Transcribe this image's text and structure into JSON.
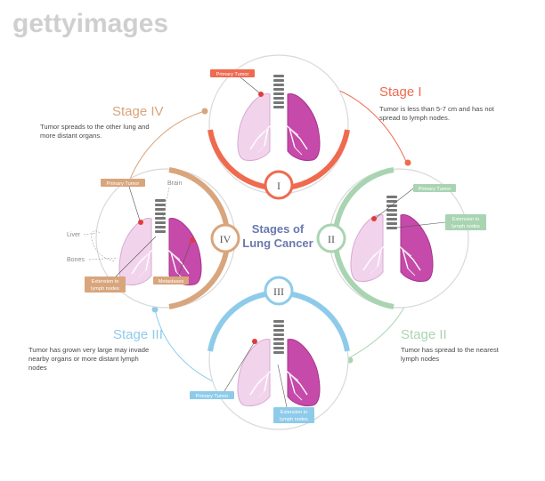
{
  "watermark": "gettyimages",
  "center": {
    "line1": "Stages of",
    "line2": "Lung Cancer"
  },
  "stages": {
    "stage1": {
      "title": "Stage I",
      "roman": "I",
      "desc": [
        "Tumor is less than 5-7 cm and has not",
        "spread to lymph nodes."
      ],
      "color": "#ef6a4f",
      "labels": {
        "primary": "Primary Tumor"
      }
    },
    "stage2": {
      "title": "Stage II",
      "roman": "II",
      "desc": [
        "Tumor has spread to the nearest",
        "lymph nodes"
      ],
      "color": "#a9d4b2",
      "labels": {
        "primary": "Primary Tumor",
        "extension": [
          "Extension to",
          "lymph nodes"
        ]
      }
    },
    "stage3": {
      "title": "Stage III",
      "roman": "III",
      "desc": [
        "Tumor has grown very large may invade",
        "nearby organs or more distant lymph",
        "nodes"
      ],
      "color": "#8ecbea",
      "labels": {
        "primary": "Primary Tumor",
        "extension": [
          "Extension to",
          "lymph nodes"
        ]
      }
    },
    "stage4": {
      "title": "Stage IV",
      "roman": "IV",
      "desc": [
        "Tumor spreads to the other lung and",
        "more distant organs."
      ],
      "color": "#d9a57c",
      "labels": {
        "primary": "Primary Tumor",
        "brain": "Brain",
        "liver": "Liver",
        "bones": "Bones",
        "extension": [
          "Extension to",
          "lymph nodes"
        ],
        "metastases": "Metastases"
      }
    }
  }
}
